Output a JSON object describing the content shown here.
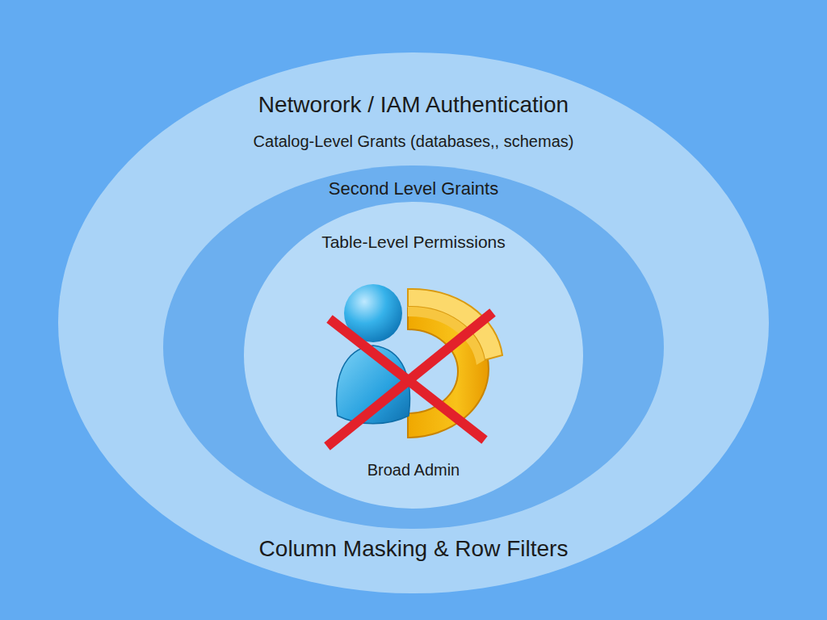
{
  "diagram": {
    "nodes": [
      {
        "text": [
          "Networork / IAM Authentication",
          "Catalog-Level Grants (databases,, schemas)",
          "Column Masking & Row Filters"
        ]
      },
      {
        "text": [
          "Second Level Graints",
          "Table-Level Permissions"
        ],
        "in": 0
      },
      {
        "text": [
          "Broad Admin"
        ],
        "in": 1
      }
    ]
  }
}
